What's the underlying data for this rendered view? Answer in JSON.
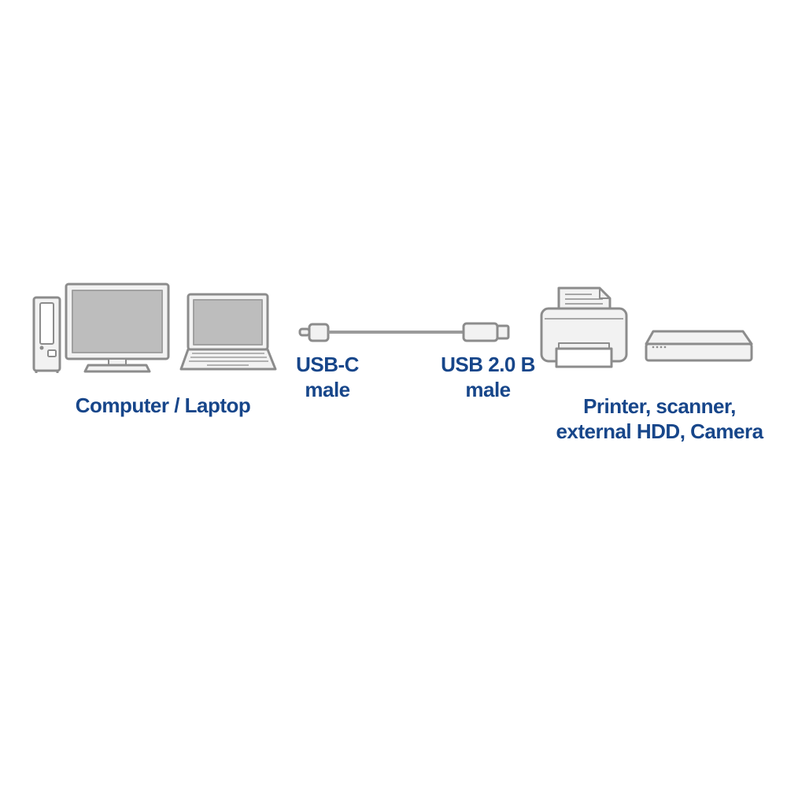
{
  "labels": {
    "computer": "Computer / Laptop",
    "usbc": [
      "USB-C",
      "male"
    ],
    "usbb": [
      "USB 2.0 B",
      "male"
    ],
    "devices": [
      "Printer, scanner,",
      "external HDD, Camera"
    ]
  },
  "icons": [
    "desktop-tower-icon",
    "monitor-icon",
    "laptop-icon",
    "usb-c-plug-icon",
    "usb-cable-icon",
    "usb-b-plug-icon",
    "printer-icon",
    "external-hdd-icon"
  ],
  "colors": {
    "text": "#17468a",
    "outline": "#8c8c8c",
    "fill": "#f2f2f2",
    "screen": "#bdbdbd"
  }
}
